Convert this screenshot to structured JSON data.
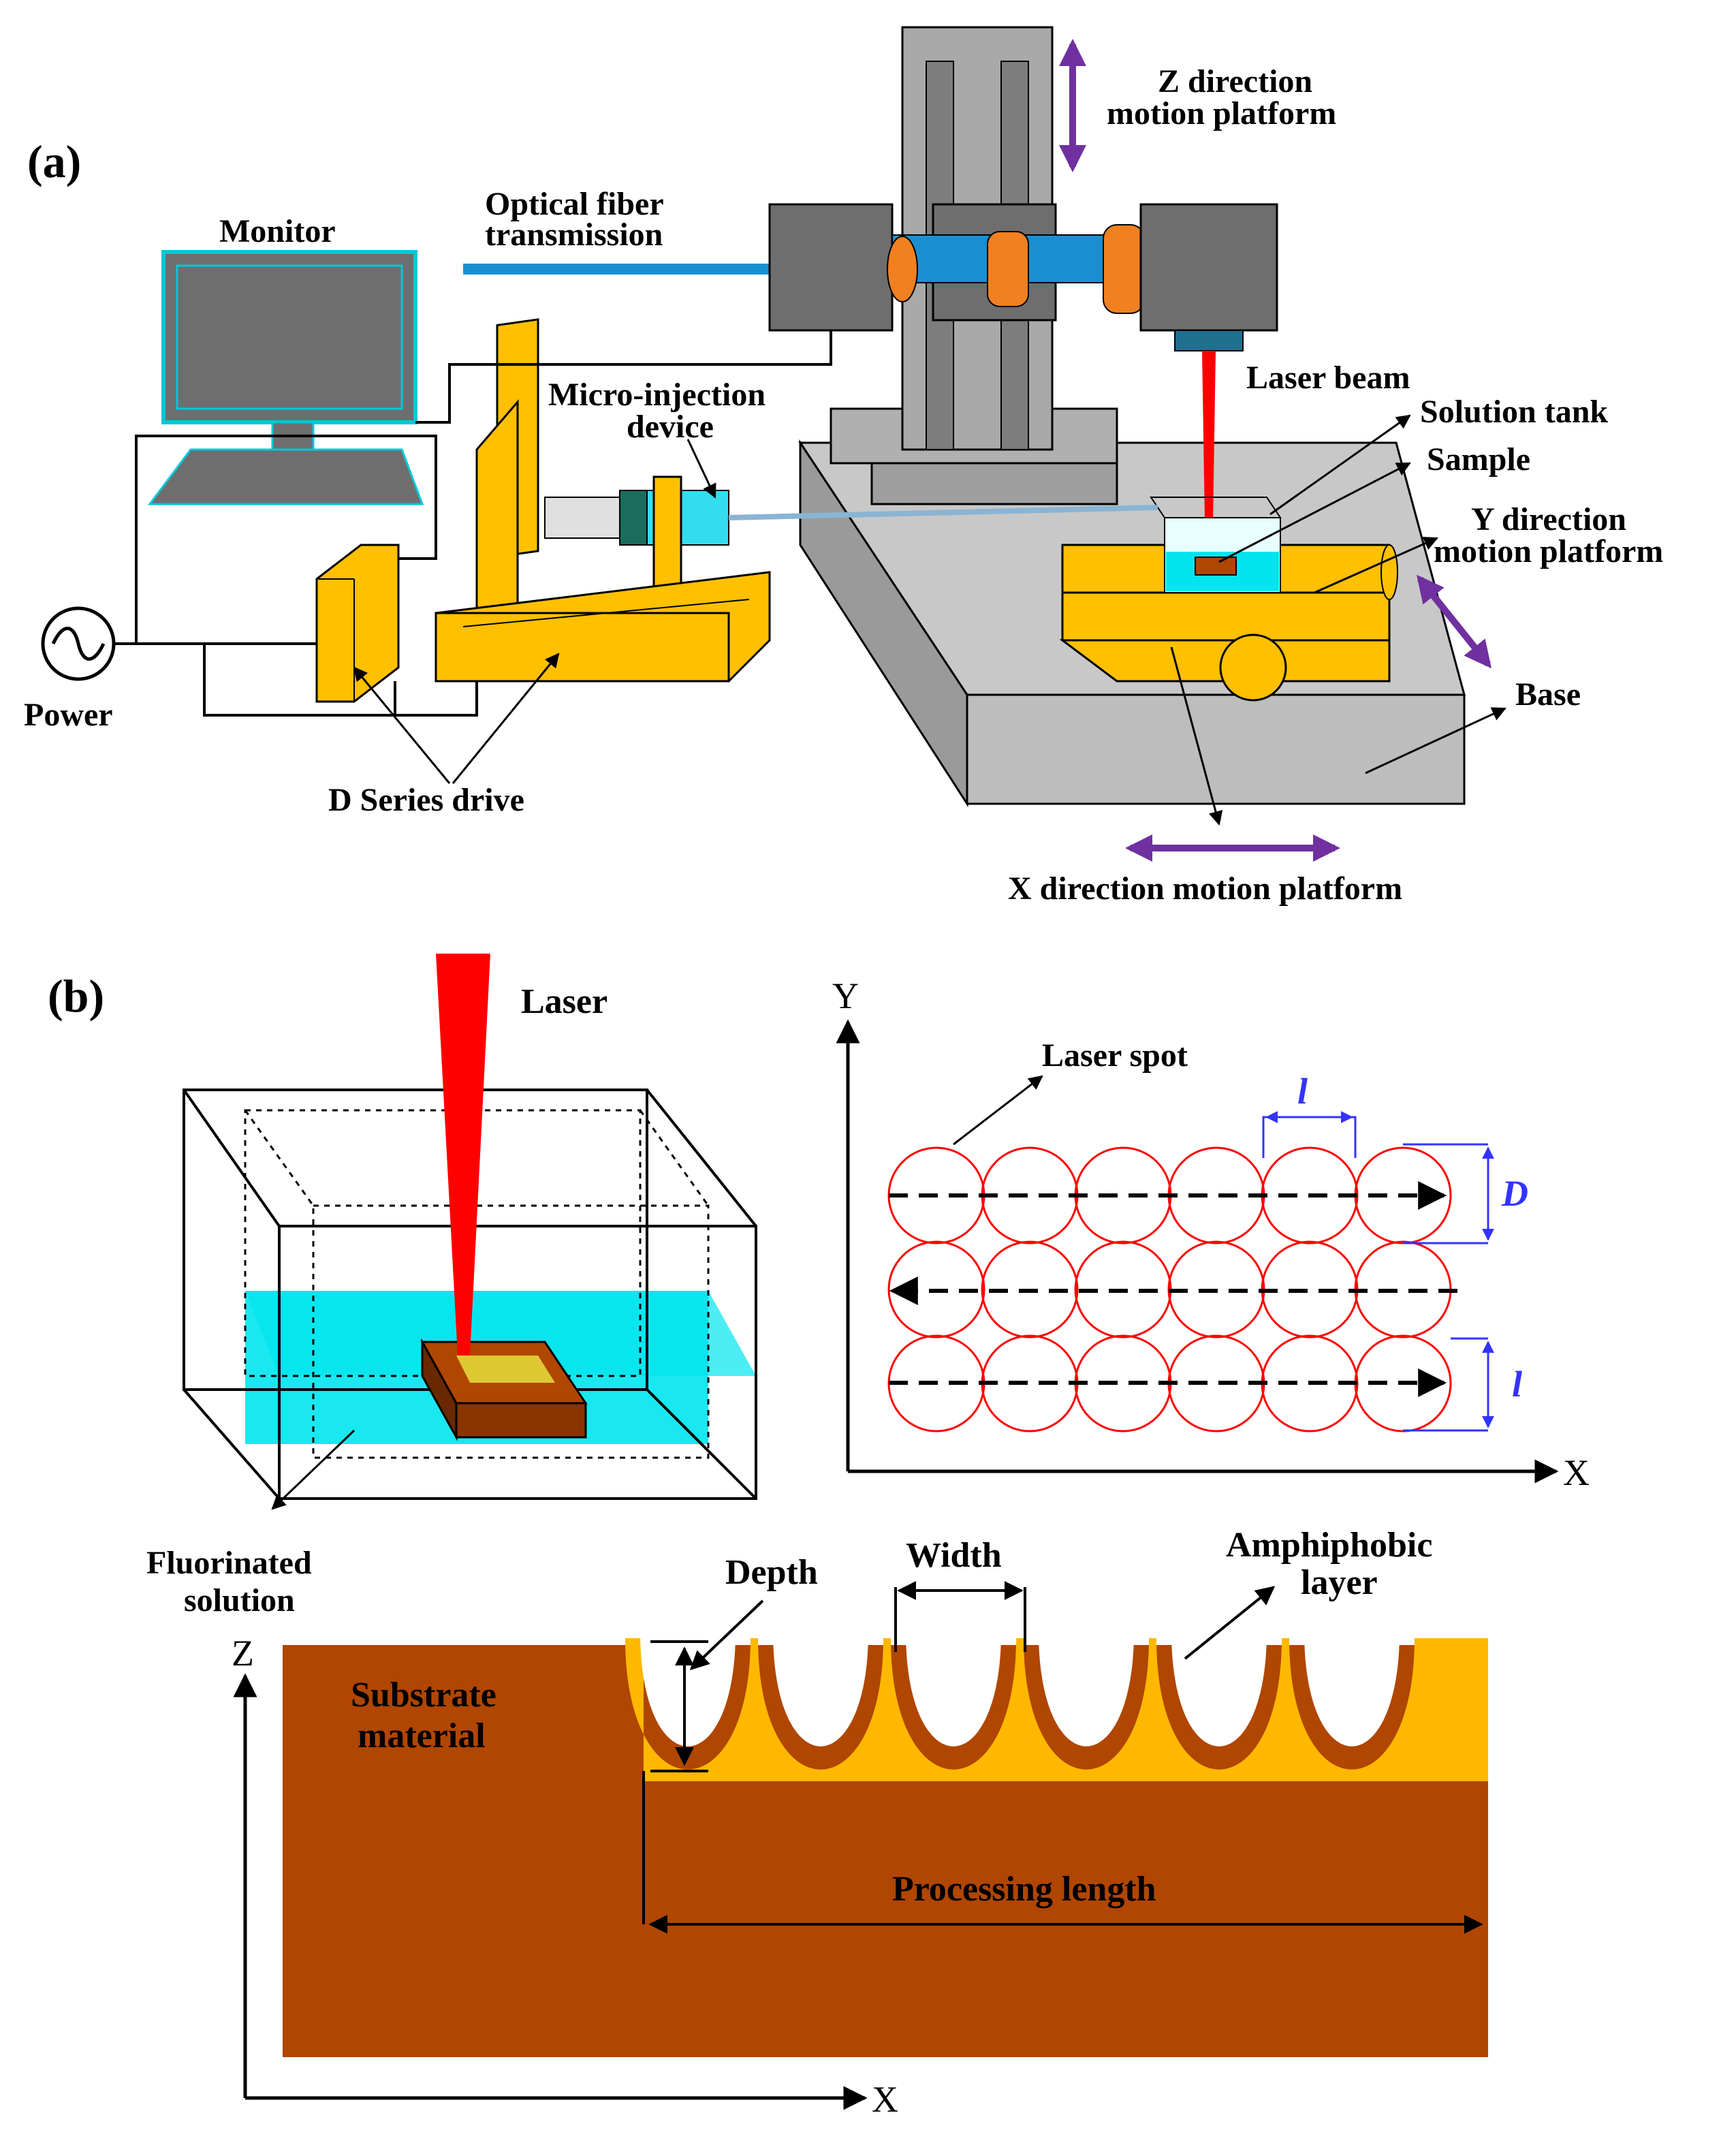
{
  "panel_a": {
    "tag": "(a)",
    "labels": {
      "monitor": "Monitor",
      "optical_fiber_1": "Optical fiber",
      "optical_fiber_2": "transmission",
      "z_platform_1": "Z direction",
      "z_platform_2": "motion  platform",
      "micro_injection_1": "Micro-injection",
      "micro_injection_2": "device",
      "laser_beam": "Laser beam",
      "solution_tank": "Solution tank",
      "sample": "Sample",
      "y_platform_1": "Y direction",
      "y_platform_2": "motion platform",
      "base": "Base",
      "power": "Power",
      "d_series_drive": "D Series drive",
      "x_platform": "X direction motion platform"
    }
  },
  "panel_b": {
    "tag": "(b)",
    "labels": {
      "laser": "Laser",
      "fluorinated_1": "Fluorinated",
      "fluorinated_2": "solution",
      "laser_spot": "Laser spot",
      "axis_y": "Y",
      "axis_x": "X",
      "axis_z": "Z",
      "spacing_l": "l",
      "diameter_d": "D",
      "depth": "Depth",
      "width": "Width",
      "amphiphobic_1": "Amphiphobic",
      "amphiphobic_2": "layer",
      "substrate_1": "Substrate",
      "substrate_2": "material",
      "processing_length": "Processing length"
    },
    "spot_grid": {
      "rows": 3,
      "columns": 6
    },
    "groove_count": 6
  },
  "colors": {
    "laser": "#ff0000",
    "platform": "#ffc000",
    "fiber": "#1a90d0",
    "solution": "#00e5ee",
    "substrate": "#b04600",
    "coating": "#ffb800",
    "motion_arrow": "#7030a0",
    "spot_circle": "#ff0000",
    "dimension": "#3333ff"
  }
}
